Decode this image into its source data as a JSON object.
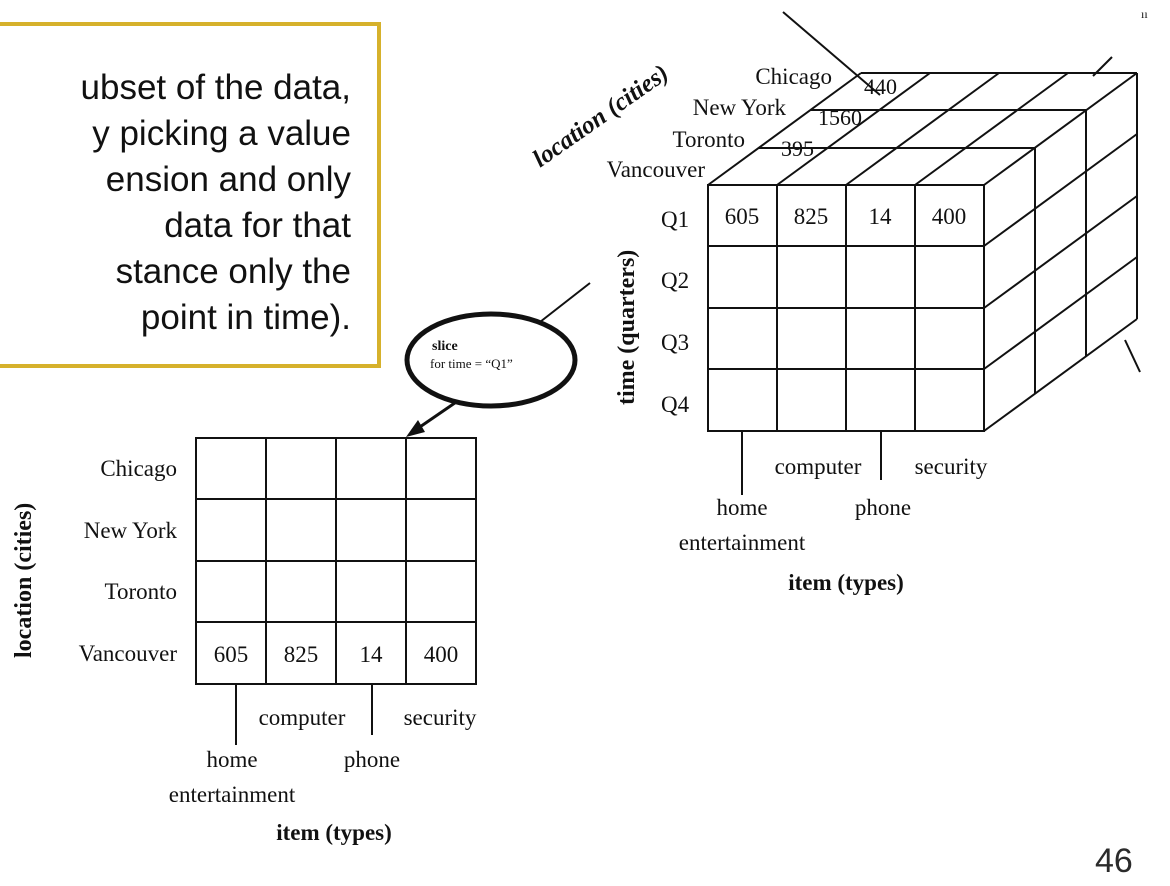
{
  "callout": {
    "lines": [
      "ubset of the data,",
      "y picking a value",
      "ension and only",
      " data for that",
      "stance only the",
      "point in time)."
    ]
  },
  "cube": {
    "location_axis": "location (cities)",
    "locations_back_to_front": [
      "Chicago",
      "New York",
      "Toronto",
      "Vancouver"
    ],
    "back_values": [
      "440",
      "1560",
      "395"
    ],
    "time_axis": "time (quarters)",
    "quarters": [
      "Q1",
      "Q2",
      "Q3",
      "Q4"
    ],
    "front_row_q1": [
      "605",
      "825",
      "14",
      "400"
    ],
    "items_upper": [
      "computer",
      "security"
    ],
    "items_lower": [
      "home",
      "phone"
    ],
    "items_lower2": "entertainment",
    "item_axis": "item (types)",
    "corner_mark": "ıı"
  },
  "slice_bubble": {
    "title": "slice",
    "condition": "for time = “Q1”"
  },
  "slice_table": {
    "location_axis": "location (cities)",
    "rows": [
      "Chicago",
      "New York",
      "Toronto",
      "Vancouver"
    ],
    "vancouver_values": [
      "605",
      "825",
      "14",
      "400"
    ],
    "items_upper": [
      "computer",
      "security"
    ],
    "items_lower": [
      "home",
      "phone"
    ],
    "items_lower2": "entertainment",
    "item_axis": "item (types)"
  },
  "page_number": "46"
}
